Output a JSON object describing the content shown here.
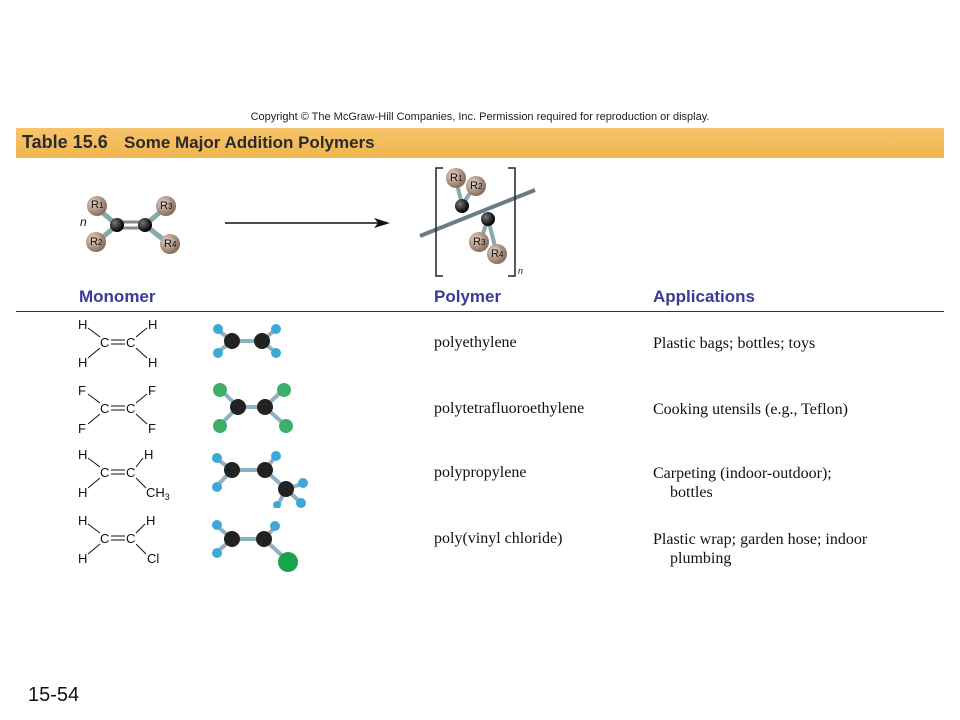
{
  "copyright": "Copyright © The McGraw-Hill Companies, Inc. Permission required for reproduction or display.",
  "table": {
    "number": "Table 15.6",
    "title": "Some Major Addition Polymers"
  },
  "reaction": {
    "n_label": "n",
    "subscript_n": "n",
    "R1": "R",
    "R2": "R",
    "R3": "R",
    "R4": "R",
    "sub1": "1",
    "sub2": "2",
    "sub3": "3",
    "sub4": "4"
  },
  "headers": {
    "monomer": "Monomer",
    "polymer": "Polymer",
    "applications": "Applications"
  },
  "rows": [
    {
      "atoms": {
        "tl": "H",
        "tr": "H",
        "bl": "H",
        "br": "H",
        "c1": "C",
        "c2": "C"
      },
      "polymer": "polyethylene",
      "app_line1": "Plastic bags; bottles; toys",
      "app_line2": ""
    },
    {
      "atoms": {
        "tl": "F",
        "tr": "F",
        "bl": "F",
        "br": "F",
        "c1": "C",
        "c2": "C"
      },
      "polymer": "polytetrafluoroethylene",
      "app_line1": "Cooking utensils (e.g., Teflon)",
      "app_line2": ""
    },
    {
      "atoms": {
        "tl": "H",
        "tr": "H",
        "bl": "H",
        "br": "CH",
        "br_sub": "3",
        "c1": "C",
        "c2": "C"
      },
      "polymer": "polypropylene",
      "app_line1": "Carpeting (indoor-outdoor);",
      "app_line2": "bottles"
    },
    {
      "atoms": {
        "tl": "H",
        "tr": "H",
        "bl": "H",
        "br": "Cl",
        "c1": "C",
        "c2": "C"
      },
      "polymer": "poly(vinyl chloride)",
      "app_line1": "Plastic wrap; garden hose; indoor",
      "app_line2": "plumbing"
    }
  ],
  "slide_number": "15-54",
  "colors": {
    "title_bar": "#f3bb5a",
    "header_text": "#3a3a99",
    "carbon": "#222222",
    "hydrogen": "#3fa8d8",
    "fluorine": "#3fae6a",
    "chlorine": "#1aa34a",
    "r_group": "#a08878"
  }
}
